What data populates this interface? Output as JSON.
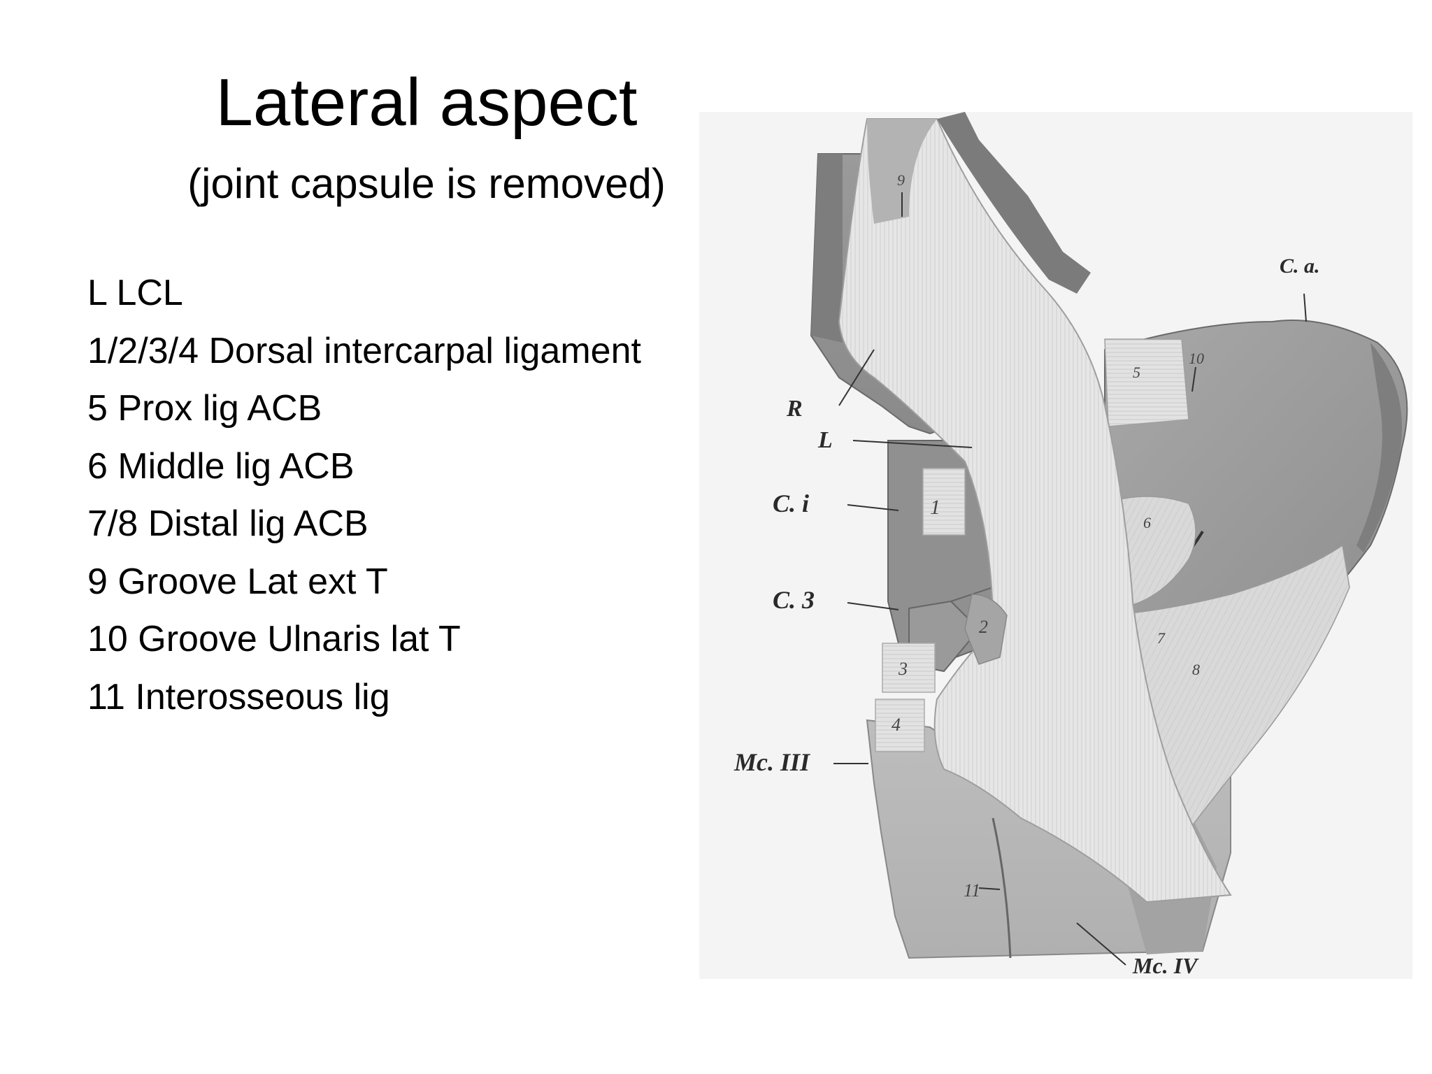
{
  "slide": {
    "title": "Lateral aspect",
    "subtitle": "(joint capsule is removed)"
  },
  "legend": {
    "items": [
      "L LCL",
      "1/2/3/4 Dorsal intercarpal ligament",
      "5 Prox lig ACB",
      "6 Middle lig ACB",
      "7/8 Distal lig ACB",
      "9 Groove Lat ext T",
      "10 Groove Ulnaris lat T",
      "11 Interosseous lig"
    ]
  },
  "figure": {
    "labels": {
      "R": "R",
      "L": "L",
      "Ci": "C. i",
      "C3": "C. 3",
      "McIII": "Mc. III",
      "McIV": "Mc. IV",
      "Ca": "C. a.",
      "n1": "1",
      "n2": "2",
      "n3": "3",
      "n4": "4",
      "n5": "5",
      "n6": "6",
      "n7": "7",
      "n8": "8",
      "n9": "9",
      "n10": "10",
      "n11": "11"
    }
  }
}
